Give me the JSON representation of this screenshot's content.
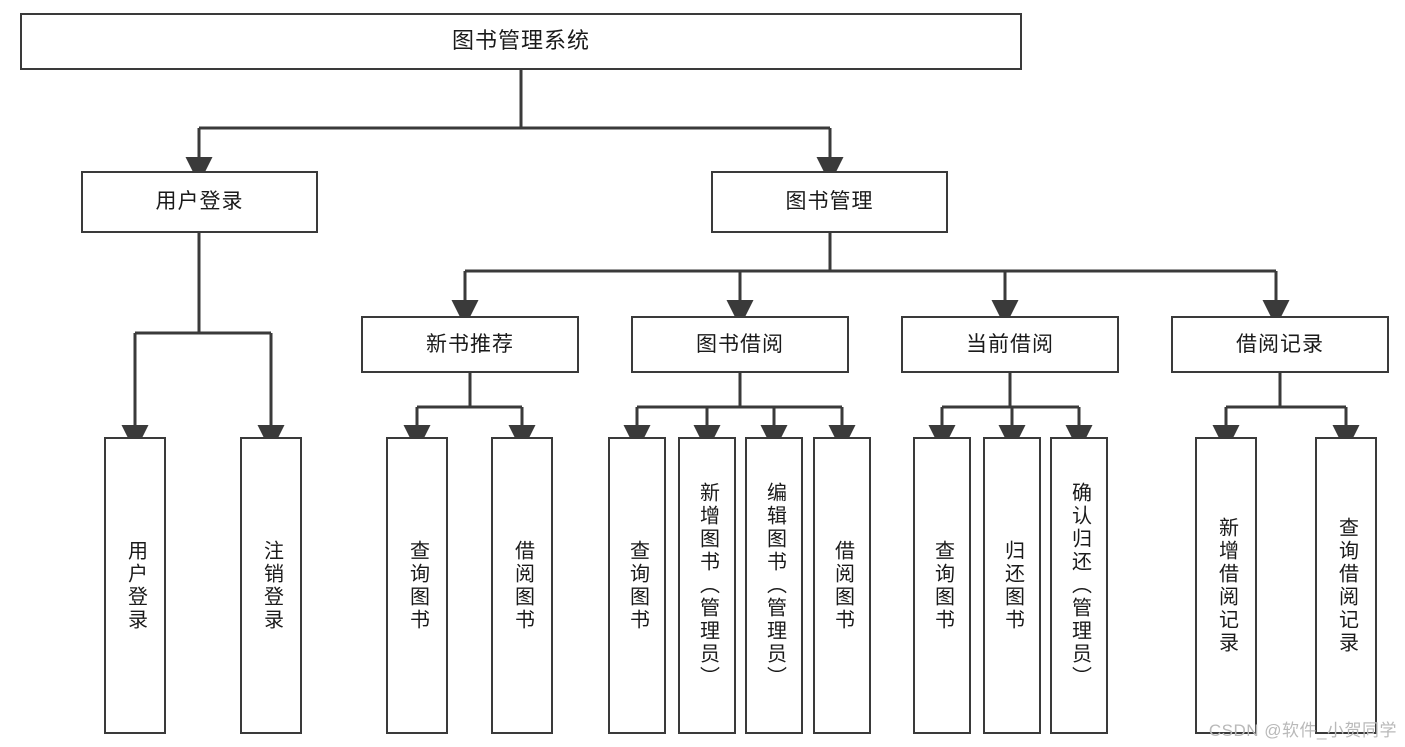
{
  "diagram": {
    "title": "图书管理系统",
    "stroke_color": "#3a3a3a",
    "background_color": "#ffffff",
    "watermark": "CSDN @软件_小贺同学",
    "nodes": {
      "root": {
        "label": "图书管理系统"
      },
      "level1": [
        {
          "label": "用户登录"
        },
        {
          "label": "图书管理"
        }
      ],
      "level2": [
        {
          "label": "新书推荐"
        },
        {
          "label": "图书借阅"
        },
        {
          "label": "当前借阅"
        },
        {
          "label": "借阅记录"
        }
      ],
      "leaves_login": [
        {
          "label": "用户登录"
        },
        {
          "label": "注销登录"
        }
      ],
      "leaves_new_books": [
        {
          "label": "查询图书"
        },
        {
          "label": "借阅图书"
        }
      ],
      "leaves_borrow": [
        {
          "label": "查询图书"
        },
        {
          "label": "新增图书（管理员）"
        },
        {
          "label": "编辑图书（管理员）"
        },
        {
          "label": "借阅图书"
        }
      ],
      "leaves_current": [
        {
          "label": "查询图书"
        },
        {
          "label": "归还图书"
        },
        {
          "label": "确认归还（管理员）"
        }
      ],
      "leaves_records": [
        {
          "label": "新增借阅记录"
        },
        {
          "label": "查询借阅记录"
        }
      ]
    }
  }
}
